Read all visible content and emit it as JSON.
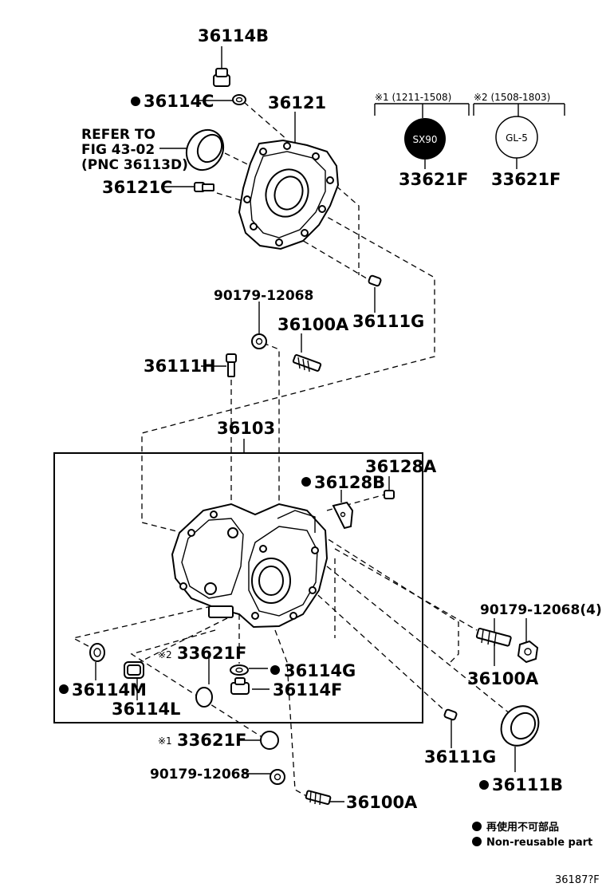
{
  "labels": {
    "p36114B": "36114B",
    "p36114C": "36114C",
    "p36121": "36121",
    "refer1": "REFER TO",
    "refer2": "FIG 43-02",
    "refer3": "(PNC 36113D)",
    "p36121C": "36121C",
    "p33621F_a": "33621F",
    "p33621F_b": "33621F",
    "p90179_a": "90179-12068",
    "p36100A_a": "36100A",
    "p36111G_a": "36111G",
    "p36111H": "36111H",
    "p36103": "36103",
    "p36128A": "36128A",
    "p36128B": "36128B",
    "p90179_b": "90179-12068(4)",
    "p36100A_b": "36100A",
    "p33621F_c": "33621F",
    "p36114G": "36114G",
    "p36114F": "36114F",
    "p36114M": "36114M",
    "p36114L": "36114L",
    "p33621F_d": "33621F",
    "p36111G_b": "36111G",
    "p36111B": "36111B",
    "p90179_c": "90179-12068",
    "p36100A_c": "36100A"
  },
  "notes": {
    "note1": "※1 (1211-1508)",
    "note2": "※2 (1508-1803)",
    "mark1": "※1",
    "mark2": "※2",
    "tag1": "SX90",
    "tag2": "GL-5"
  },
  "legend": {
    "line1": "再使用不可部品",
    "line2": "Non-reusable part"
  },
  "figure_code": "36187?F"
}
